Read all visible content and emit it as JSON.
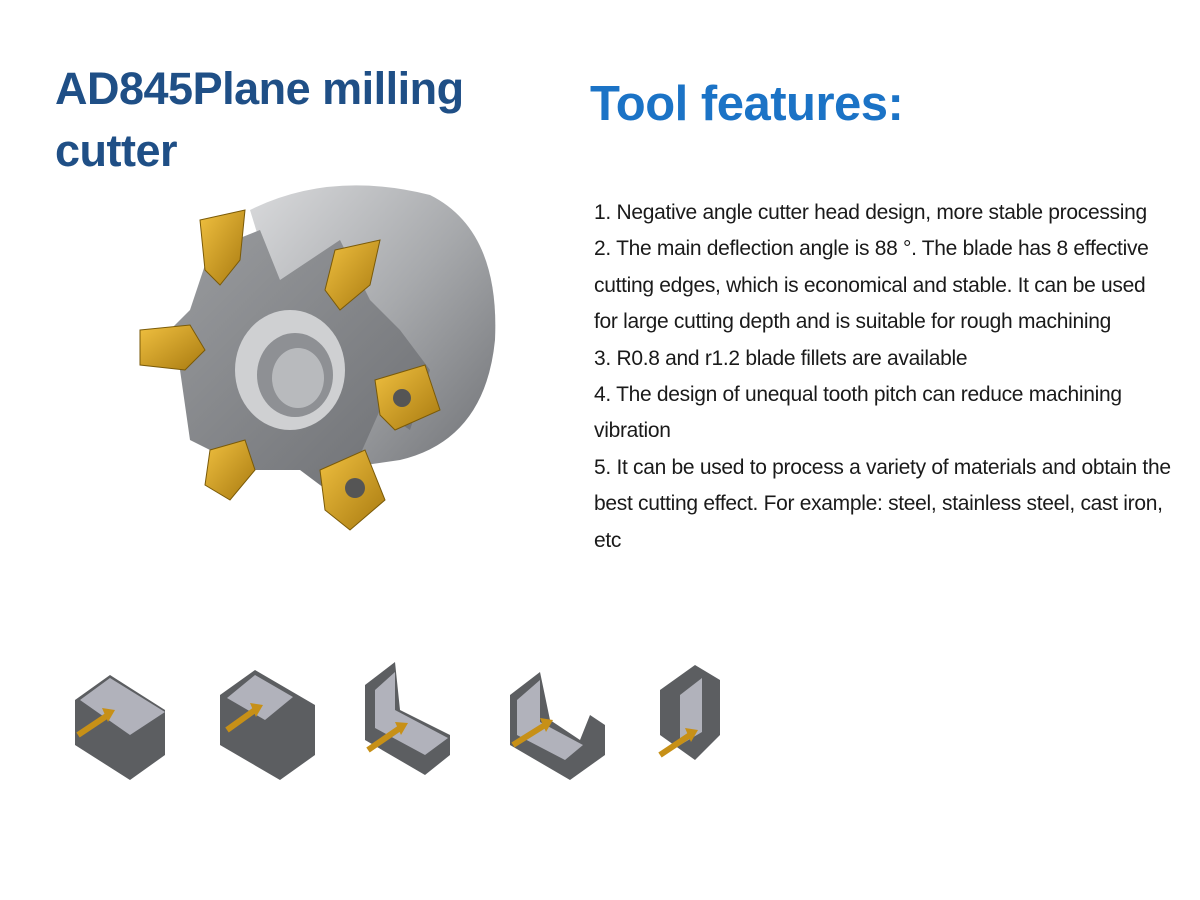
{
  "product_title": "AD845Plane milling cutter",
  "features_title": "Tool features:",
  "features": [
    "1. Negative angle cutter head design, more stable processing",
    "2. The main deflection angle is 88 °. The blade has 8 effective cutting edges, which is economical and stable. It can be used for large cutting depth and is suitable for rough machining",
    "3. R0.8 and r1.2 blade fillets are available",
    "4. The design of unequal tooth pitch can reduce machining vibration",
    "5. It can be used to process a variety of materials and obtain the best cutting effect. For example: steel, stainless steel, cast iron, etc"
  ],
  "colors": {
    "title_dark": "#1f4f86",
    "title_blue": "#1b73c6",
    "insert_gold": "#d4a21c",
    "body_gray": "#8d8f93"
  },
  "operation_icons": [
    "face-milling-icon",
    "shoulder-face-icon",
    "shoulder-milling-icon",
    "slot-milling-icon",
    "edge-milling-icon"
  ]
}
